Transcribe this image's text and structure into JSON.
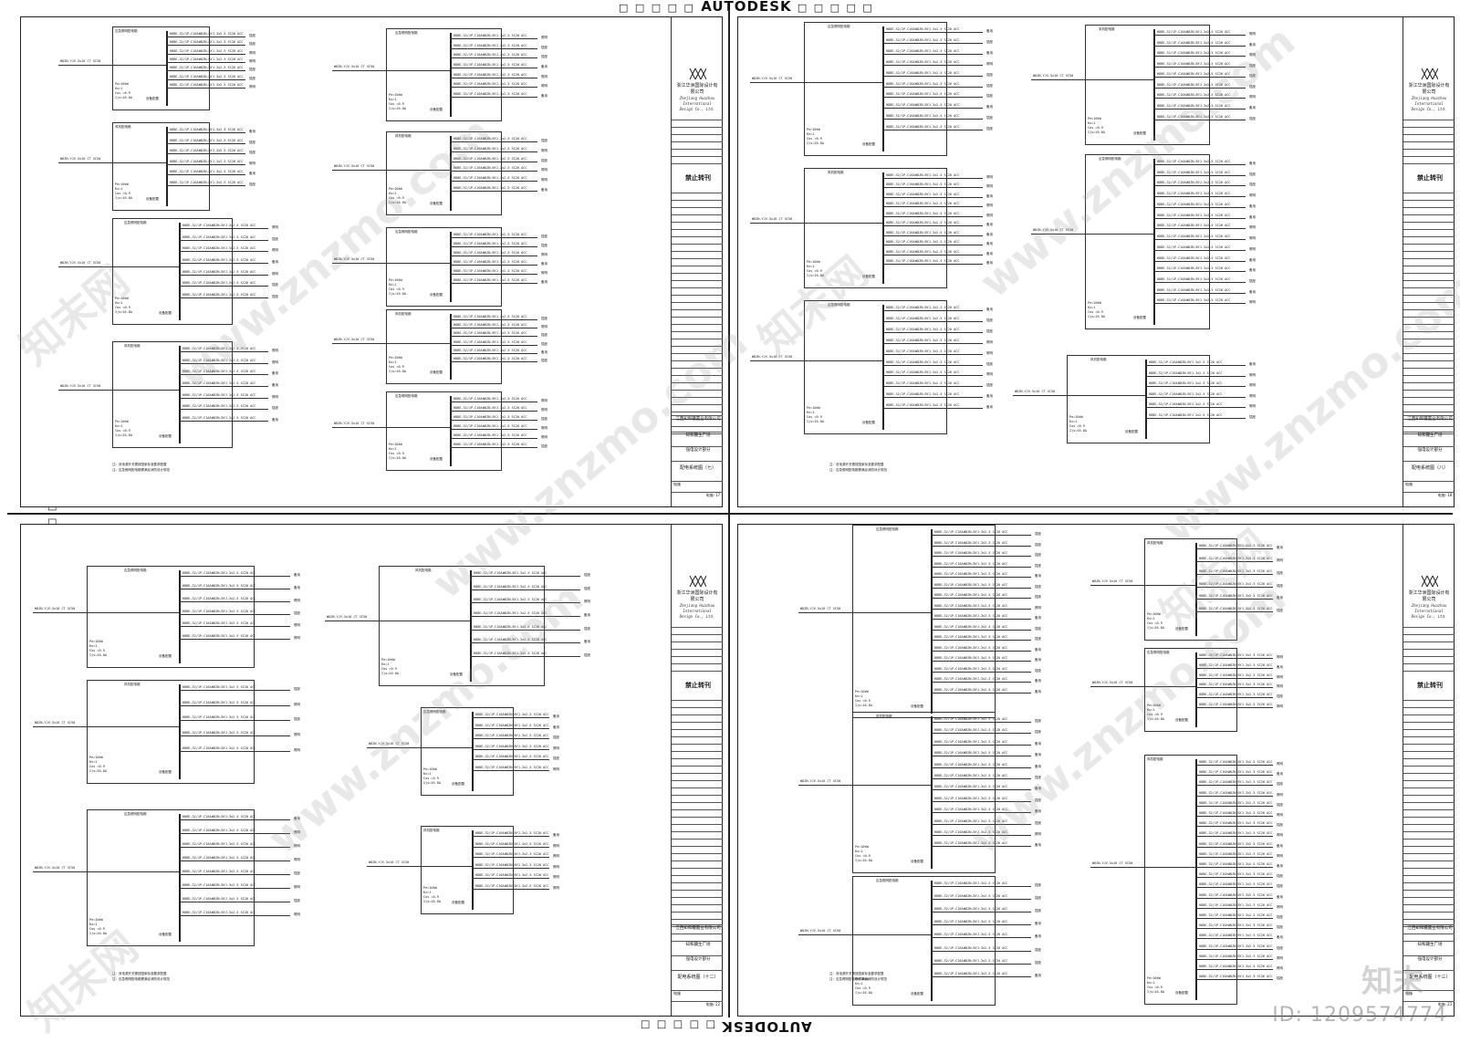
{
  "autodesk": {
    "brand": "AUTODESK",
    "squares": "□ □ □ □ □"
  },
  "watermark": {
    "site": "www.znzmo.com",
    "brand_cn": "知末网",
    "id_label": "ID: 1209574774",
    "logo_text": "知末"
  },
  "title_block": {
    "firm_cn": "浙江华洲国际设计有限公司",
    "firm_en_1": "Zhejiang Huazhou",
    "firm_en_2": "International Design Co., Ltd.",
    "project": "江西知和疆置业有限公司",
    "project_sub": "知和疆生广场",
    "stage": "强电设计部分",
    "seal": "禁止转刊",
    "discipline": "电施"
  },
  "sheets": [
    {
      "title": "配电系统图（七）",
      "number": "电施-17"
    },
    {
      "title": "配电系统图（八）",
      "number": "电施-18"
    },
    {
      "title": "配电系统图（十二）",
      "number": "电施-22"
    },
    {
      "title": "配电系统图（十三）",
      "number": "电施-23"
    }
  ],
  "labels": {
    "emerg_box": "应急照明配电箱",
    "fan_box": "风机配电箱",
    "lighting": "照明",
    "socket": "插座",
    "spare": "备用",
    "meter": "设备配置",
    "pe": "Pe=10kW",
    "kx": "Kx=1",
    "cos": "Cos =0.9",
    "ijs": "Ijs=16.8A",
    "cable_main": "WDZN-YJV-5x16 CT SC50",
    "cable_branch": "WDZN-BYJ-3x2.5 SC20 ACC",
    "breaker": "HDBE-32/1P-C16A",
    "note1": "注：双电源开关需按国家标准要求配置",
    "note2": "注：应急照明配电箱需满足消防设计规范"
  }
}
